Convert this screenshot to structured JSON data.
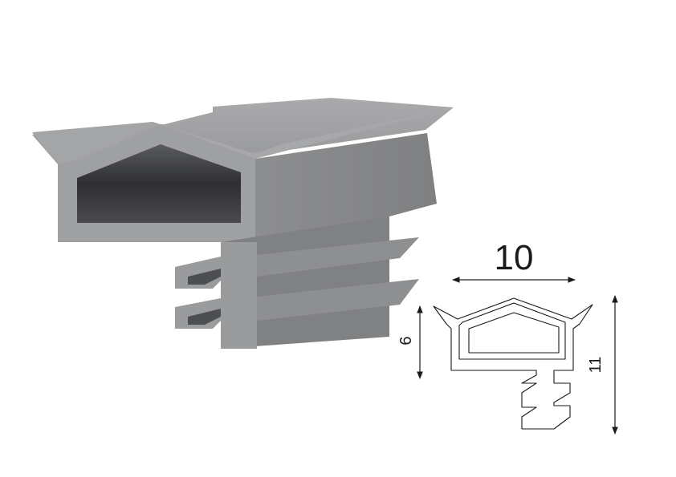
{
  "dimensions": {
    "width_label": "10",
    "height_small_label": "6",
    "height_total_label": "11"
  },
  "colors": {
    "profile_light": "#9c9d9f",
    "profile_mid": "#8a8b8d",
    "profile_dark": "#6d6e70",
    "profile_inner": "#3d3e40",
    "line": "#1a1a1a"
  }
}
